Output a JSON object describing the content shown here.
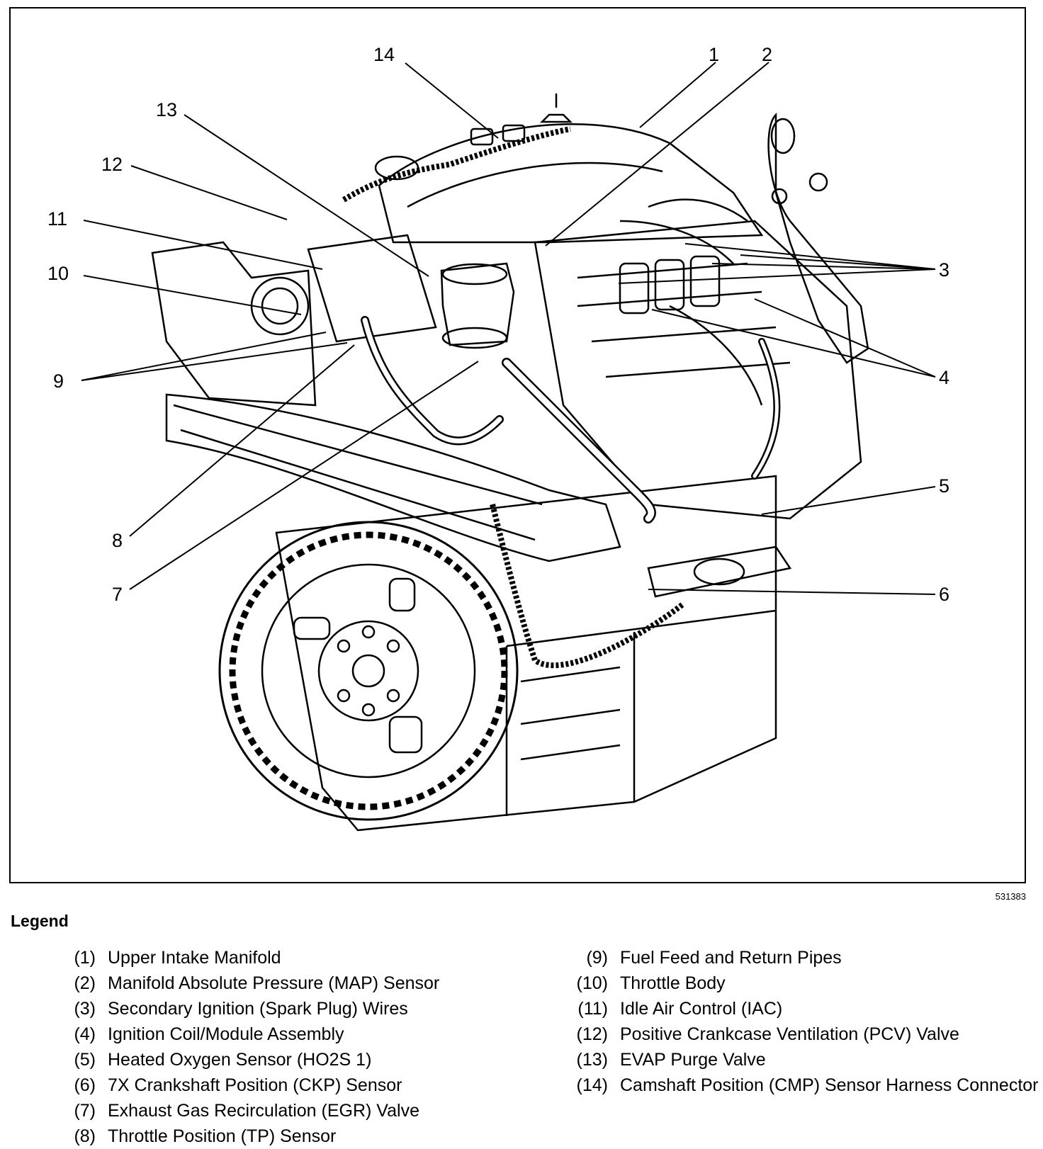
{
  "figure": {
    "callouts": [
      "1",
      "2",
      "3",
      "4",
      "5",
      "6",
      "7",
      "8",
      "9",
      "10",
      "11",
      "12",
      "13",
      "14"
    ],
    "figure_number": "531383",
    "illustration_icon": "engine-line-drawing"
  },
  "legend": {
    "title": "Legend",
    "left": [
      {
        "num": "(1)",
        "text": "Upper Intake Manifold"
      },
      {
        "num": "(2)",
        "text": "Manifold Absolute Pressure (MAP) Sensor"
      },
      {
        "num": "(3)",
        "text": "Secondary Ignition (Spark Plug) Wires"
      },
      {
        "num": "(4)",
        "text": "Ignition Coil/Module Assembly"
      },
      {
        "num": "(5)",
        "text": "Heated Oxygen Sensor (HO2S 1)"
      },
      {
        "num": "(6)",
        "text": "7X Crankshaft Position (CKP) Sensor"
      },
      {
        "num": "(7)",
        "text": "Exhaust Gas Recirculation (EGR) Valve"
      },
      {
        "num": "(8)",
        "text": "Throttle Position (TP) Sensor"
      }
    ],
    "right": [
      {
        "num": "(9)",
        "text": "Fuel Feed and Return Pipes"
      },
      {
        "num": "(10)",
        "text": "Throttle Body"
      },
      {
        "num": "(11)",
        "text": "Idle Air Control (IAC)"
      },
      {
        "num": "(12)",
        "text": "Positive Crankcase Ventilation (PCV) Valve"
      },
      {
        "num": "(13)",
        "text": "EVAP Purge Valve"
      },
      {
        "num": "(14)",
        "text": "Camshaft Position (CMP) Sensor Harness Connector"
      }
    ]
  }
}
